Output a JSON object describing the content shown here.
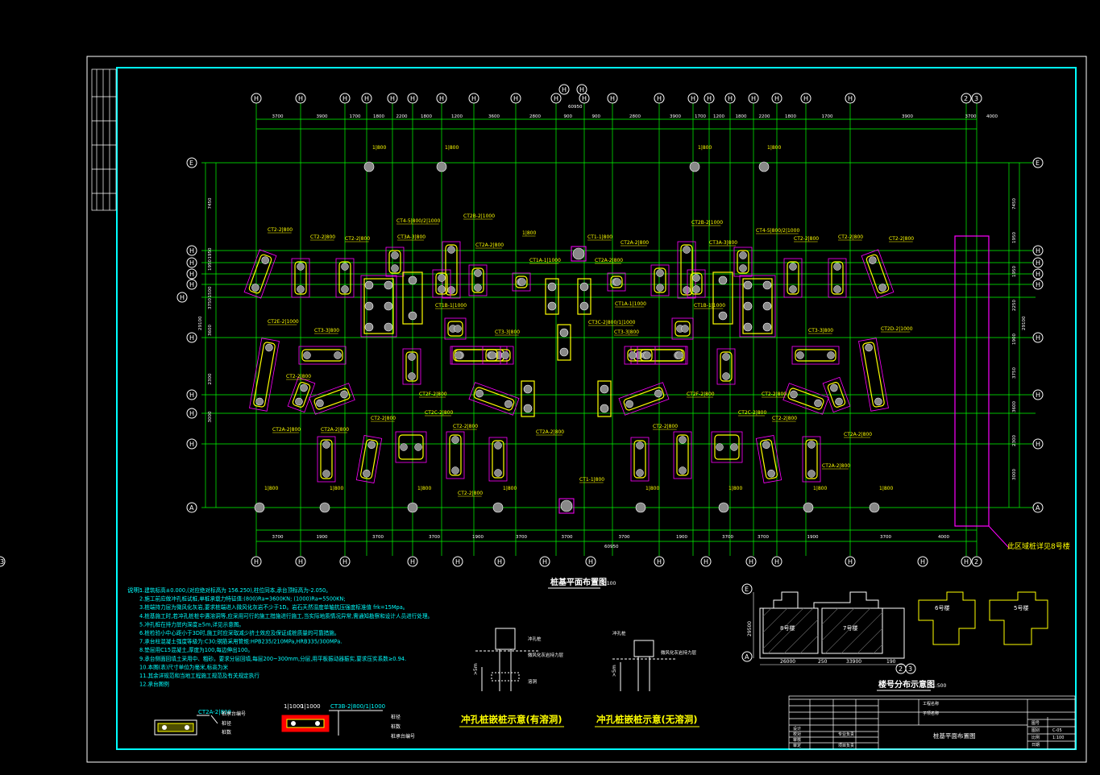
{
  "colors": {
    "background": "#000000",
    "frame": "#00ffff",
    "grid": "#00ff00",
    "dim_text": "#ffffff",
    "pile": "#ffff00",
    "pile_box": "#ff00ff",
    "axis_bubble": "#ffffff",
    "note_text": "#00ffff",
    "legend_red": "#ff0000",
    "dim_line": "#ffff00"
  },
  "top_axes": [
    "H",
    "H",
    "H",
    "H",
    "H",
    "H",
    "H",
    "H",
    "H",
    "H",
    "H",
    "H",
    "H",
    "H",
    "H",
    "H",
    "H",
    "H",
    "H",
    "H",
    "2",
    "3"
  ],
  "top_center_axes": [
    "H",
    "H"
  ],
  "top_dims": [
    "3700",
    "3900",
    "1700",
    "1800",
    "2200",
    "1800",
    "1200",
    "3600",
    "2800",
    "900",
    "900",
    "2800",
    "3900",
    "1700",
    "1200",
    "1800",
    "2200",
    "1800",
    "1700",
    "3900",
    "3700",
    "4000"
  ],
  "top_total": "60950",
  "bottom_axes": [
    "H",
    "H",
    "H",
    "H",
    "H",
    "H",
    "H",
    "H",
    "H",
    "H",
    "H",
    "H",
    "H",
    "H",
    "H",
    "2",
    "3"
  ],
  "bottom_dims": [
    "3700",
    "1900",
    "3700",
    "3700",
    "1900",
    "3700",
    "3700",
    "3700",
    "1900",
    "3700",
    "3700",
    "1900",
    "3700",
    "4000"
  ],
  "bottom_total": "60950",
  "left_axes": [
    "E",
    "H",
    "H",
    "H",
    "H",
    "H",
    "H",
    "H",
    "H",
    "H",
    "A"
  ],
  "left_dims": [
    "7450",
    "1950",
    "1950",
    "1500",
    "3750",
    "3600",
    "2300",
    "3000"
  ],
  "left_total": "29100",
  "right_dims": [
    "7450",
    "1950",
    "1950",
    "2250",
    "1900",
    "3750",
    "3600",
    "2300",
    "3000"
  ],
  "right_total": "29100",
  "pile_labels_top": [
    "1|800",
    "1|800",
    "1|800",
    "1|800"
  ],
  "pile_labels_bottom": [
    "1|800",
    "1|800",
    "1|800",
    "1|800",
    "1|800",
    "1|800",
    "1|800",
    "1|800"
  ],
  "pile_group_labels": [
    "CT2-2|800",
    "CT2-2|800",
    "CT2-2|800",
    "CT4-5|800/2|1000",
    "CT3A-3|800",
    "CT2B-2|1000",
    "CT2A-2|800",
    "1|800",
    "CT1-1|800",
    "CT2A-2|800",
    "CT2A-2|800",
    "CT2B-2|1000",
    "CT3A-3|800",
    "CT4-5|800/2|1000",
    "CT2-2|800",
    "CT2-2|800",
    "CT2-2|800",
    "CT2E-2|1000",
    "CT3-3|800",
    "CT3-3|800",
    "CT3C-2|800/1|1000",
    "CT3-3|800",
    "CT3-3|800",
    "CT2D-2|1000",
    "CT2-2|800",
    "CT2F-2|800",
    "CT2F-2|800",
    "CT2-2|800",
    "CT2A-2|800",
    "CT2-2|800",
    "CT2C-2|800",
    "CT2-2|800",
    "CT2A-2|800",
    "CT2-2|800",
    "CT2C-2|800",
    "CT2-2|800",
    "CT2A-2|800",
    "CT2-2|800",
    "CT2A-2|800",
    "CT1-1|800",
    "CT1A-1|1000",
    "CT1A-1|1000",
    "CT1B-1|1000",
    "CT1B-1|1000",
    "CT2A-2|800"
  ],
  "zone_label": "此区域桩详见8号楼",
  "plan_title": "桩基平面布置图",
  "plan_scale": "1:100",
  "notes_title": "说明:",
  "notes": [
    "1.建筑标高±0.000,(对应绝对标高为 156.250),柱位同本,承台顶标高为-2.050。",
    "2.施工前应做冲孔桩试桩,单桩承载力特征值:(800)Ra=3600KN; (1000)Ra=5500KN;",
    "3.桩端持力层为微风化灰岩,要求桩端进入微风化灰岩不少于1D。岩石天然湿度单轴抗压强度标准值 frk=15Mpa。",
    "4.桩基施工时,若冲孔桩桩中遇溶洞等,应采用可行的施工措施进行施工,当实际地质情况异常,需通知勘察和设计人员进行处理。",
    "5.冲孔桩在持力层内深度≥5m,详见示意图。",
    "6.桩检验小中心距小于3D时,施工时应采取减少挤土效应及保证成桩质量的可靠措施。",
    "7.承台柱混凝土强度等级为:C30;钢筋采用管规:HPB235/210MPa,HRB335/300MPa.",
    "8.垫层用C15混凝土,厚度为100,每边伸出100。",
    "9.承台侧面回填土采用中、粗砂。要求分层回填,每层200~300mm,分层,用平板振动器振实,要求压实系数≥0.94.",
    "10.本图(表)尺寸单位为毫米,标高为米",
    "11.其余详规范和当地工程施工规范及有关规定执行",
    "12.承台图例"
  ],
  "legend": {
    "item1": "CT2A-2|800",
    "item1_labels": [
      "桩承台编号",
      "桩径",
      "桩数"
    ],
    "item2_top": [
      "1|1000",
      "1|1000"
    ],
    "item2_caption": "CT3B-2|800/1|1000",
    "item2_labels": [
      "桩径",
      "桩数",
      "桩承台编号"
    ]
  },
  "section1_title": "冲孔桩嵌桩示意(有溶洞)",
  "section2_title": "冲孔桩嵌桩示意(无溶洞)",
  "section_labels": [
    "冲孔桩",
    "微风化灰岩持力层",
    "溶洞",
    "微风化灰岩持力层",
    ">5m"
  ],
  "keymap_title": "楼号分布示意图",
  "keymap_scale": "1:500",
  "keymap_buildings": [
    "8号楼",
    "7号楼",
    "6号楼",
    "5号楼"
  ],
  "keymap_dims": [
    "26000",
    "250",
    "33900",
    "190"
  ],
  "keymap_left_dim": "29500",
  "keymap_axes": [
    "E",
    "A",
    "2",
    "3"
  ],
  "title_block": {
    "drawing_name": "桩基平面布置图",
    "rows": [
      "工程名称",
      "子项名称",
      "设计",
      "校对",
      "审核",
      "审定",
      "专业负责",
      "项目负责"
    ],
    "right_rows": [
      "图号",
      "图别",
      "比例",
      "日期"
    ],
    "values": [
      "C-05",
      "1:100"
    ]
  }
}
